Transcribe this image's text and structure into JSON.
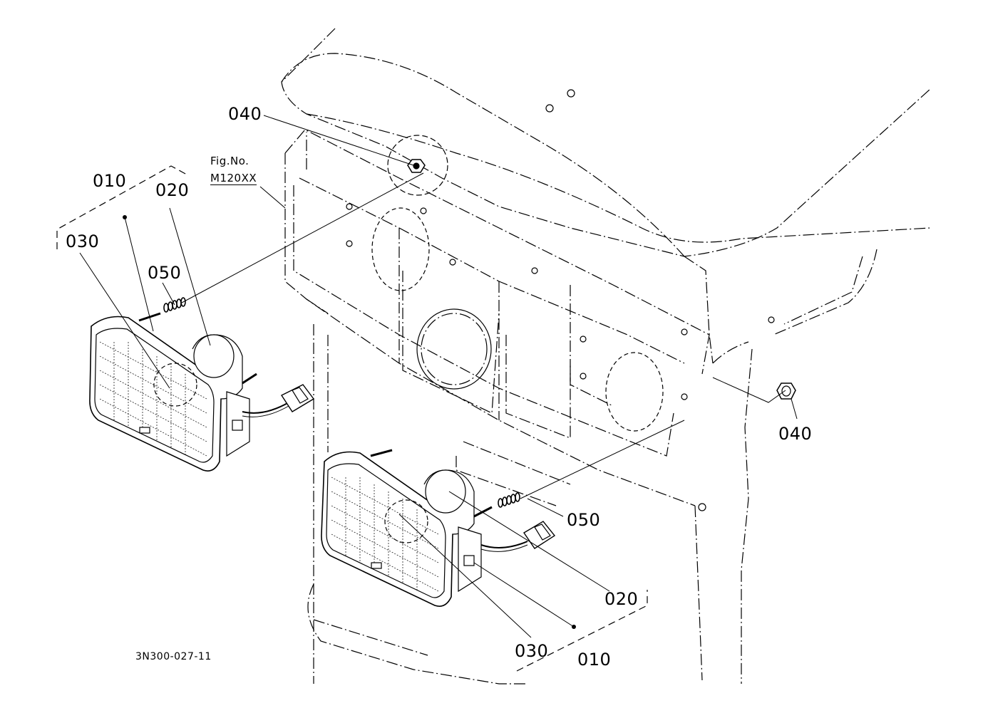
{
  "figure_ref": {
    "line1": "Fig.No.",
    "line2": "M120XX"
  },
  "drawing_id": "3N300-027-11",
  "callouts": {
    "c040_top": "040",
    "c040_right": "040",
    "c010_left": "010",
    "c020_left": "020",
    "c030_left": "030",
    "c050_left": "050",
    "c050_right": "050",
    "c020_right": "020",
    "c030_right": "030",
    "c010_right": "010"
  }
}
